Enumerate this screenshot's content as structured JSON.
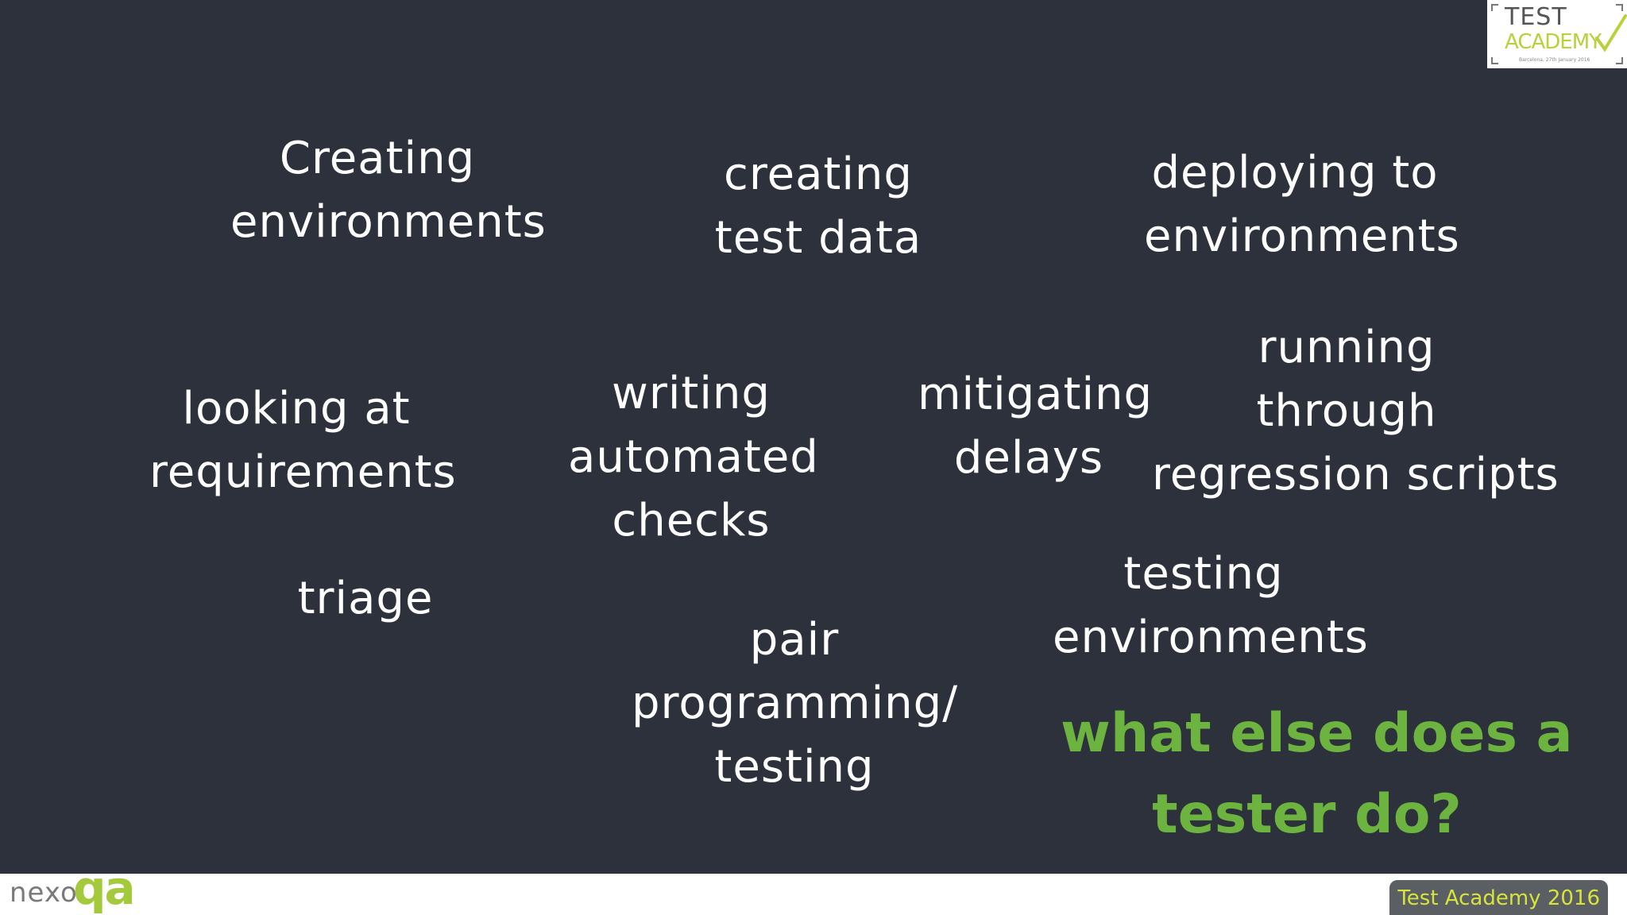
{
  "slide": {
    "phrases": [
      {
        "lines": [
          "Creating",
          "environments"
        ]
      },
      {
        "lines": [
          "creating",
          "test data"
        ]
      },
      {
        "lines": [
          "deploying to",
          "environments"
        ]
      },
      {
        "lines": [
          "looking at",
          "requirements"
        ]
      },
      {
        "lines": [
          "writing",
          "automated",
          "checks"
        ]
      },
      {
        "lines": [
          "mitigating",
          "delays"
        ]
      },
      {
        "lines": [
          "running",
          "through",
          "regression scripts"
        ]
      },
      {
        "lines": [
          "triage"
        ]
      },
      {
        "lines": [
          "testing",
          "environments"
        ]
      },
      {
        "lines": [
          "pair",
          "programming/",
          "testing"
        ]
      }
    ],
    "question": {
      "lines": [
        "what else does a",
        "tester do?"
      ]
    },
    "accent_color": "#6db33f",
    "background_color": "#2d313b"
  },
  "logo": {
    "line1": "TEST",
    "line2": "ACADEMY",
    "line3": "Barcelona, 27th January 2016",
    "checkmark_icon": "checkmark-icon"
  },
  "footer": {
    "brand_nexo": "nexo",
    "brand_qa": "qa",
    "badge": "Test Academy 2016",
    "badge_text_color": "#d7e43b"
  }
}
